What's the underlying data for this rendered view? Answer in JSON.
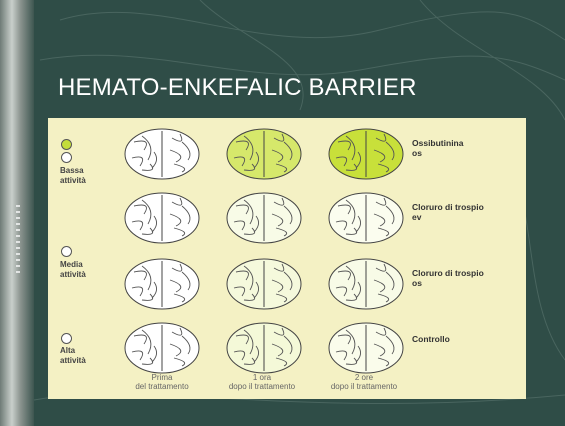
{
  "slide": {
    "title": "HEMATO-ENKEFALIC BARRIER"
  },
  "legend": {
    "low": "Bassa attività",
    "medium": "Media attività",
    "high": "Alta attività",
    "low_color": "#c4dd3a",
    "neutral_color": "#ffffff"
  },
  "rows": [
    {
      "label": "Ossibutinina os",
      "line1": "Ossibutinina",
      "line2": "os"
    },
    {
      "label": "Cloruro di trospio ev",
      "line1": "Cloruro di trospio",
      "line2": "ev"
    },
    {
      "label": "Cloruro di trospio os",
      "line1": "Cloruro di trospio",
      "line2": "os"
    },
    {
      "label": "Controllo",
      "line1": "Controllo",
      "line2": ""
    }
  ],
  "columns": [
    {
      "line1": "Prima",
      "line2": "del trattamento"
    },
    {
      "line1": "1 ora",
      "line2": "dopo il trattamento"
    },
    {
      "line1": "2 ore",
      "line2": "dopo il trattamento"
    }
  ],
  "activity": [
    [
      0,
      0.75,
      1.0
    ],
    [
      0,
      0.12,
      0.08
    ],
    [
      0,
      0.18,
      0.12
    ],
    [
      0,
      0.2,
      0.1
    ]
  ],
  "colors": {
    "slide_bg": "#2f4d47",
    "panel_bg": "#f4f1c4",
    "high_activity": "#c8e03a"
  }
}
